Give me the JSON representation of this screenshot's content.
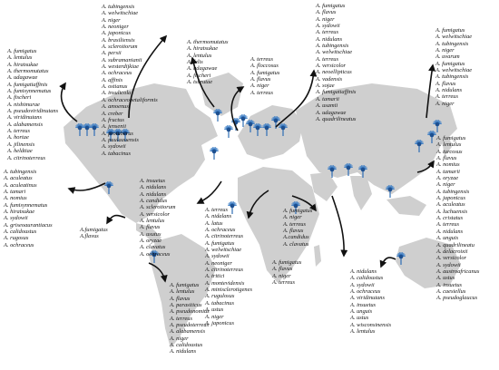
{
  "lists": [
    {
      "id": "canada-west",
      "items": [
        "A. fumigatus",
        "A. lentulus",
        "A. hiratsukae",
        "A. thermomutatus",
        "A. udagawae",
        "A. fumigatiaffinis",
        "A. fumisynnematus",
        "A. fischeri",
        "A. nishimurae",
        "A. pseudoviridinutans",
        "A. viridinutans",
        "A. alabamensis",
        "A. terreus",
        "A. hortae",
        "A. jilinensis",
        "A. heldtiae",
        "A. citrinoterreus"
      ]
    },
    {
      "id": "usa",
      "items": [
        "A. tubingensis",
        "A. welwitschiae",
        "A. niger",
        "A. neoniger",
        "A. japonicus",
        "A. brasiliensis",
        "A. sclerotiorum",
        "A. persii",
        "A. subramanianii",
        "A. westerdijkiae",
        "A. ochraceus",
        "A. affinis",
        "A. ostianus",
        "A. insulicola",
        "A. ochraceopetaliformis",
        "A. amoenus",
        "A. creber",
        "A. fructus",
        "A. jensenii",
        "A. protuberus",
        "A. puulaauensis",
        "A. sydowii",
        "A. tabacinus"
      ]
    },
    {
      "id": "n-atlantic",
      "items": [
        "A. thermomutatus",
        "A. hiratsukae",
        "A. lentulus",
        "A. felis",
        "A. udagawae",
        "A. fischeri",
        "A. tsurutae"
      ]
    },
    {
      "id": "europe",
      "items": [
        "A. terreus",
        "A. floccosus",
        "A. fumigatus",
        "A. flavus",
        "A. niger",
        "A. terreus"
      ]
    },
    {
      "id": "russia",
      "items": [
        "A. fumigatus",
        "A. flavus",
        "A. niger",
        "A. sydowii",
        "A. terreus",
        "A. nidulans",
        "A. tubingensis",
        "A. welwitschiae",
        "A. terreus",
        "A. versicolor",
        "A. neoellipticus",
        "A. vadensis",
        "A. sojae",
        "A. fumigatiaffinis",
        "A. tamarii",
        "A. usamii",
        "A. udagawae",
        "A. quadrilineatus"
      ]
    },
    {
      "id": "ne-asia",
      "items": [
        "A. fumigatus",
        "A. welwitschiae",
        "A. tubingensis",
        "A. niger",
        "A. uvarum",
        "A. fumigatus",
        "A. welwitschiae",
        "A. tubingensis",
        "A. flavus",
        "A. nidulans",
        "A. terreus",
        "A. niger"
      ]
    },
    {
      "id": "east-asia",
      "items": [
        "A. fumigatus",
        "A. lentulus",
        "A. turcosus",
        "A. flavus",
        "A. nomius",
        "A. tamarii",
        "A. oryzae",
        "A. niger",
        "A. tubingensis",
        "A. japonicus",
        "A. aculeatus",
        "A. luchuensis",
        "A. cristatus",
        "A. terreus",
        "A. nidulans",
        "A. unguis",
        "A. quadrilineatu",
        "A. delacroixii",
        "A. versicolor",
        "A. sydowii",
        "A. austroafricanus",
        "A. ustus",
        "A. insuetus",
        "A. caesiellus",
        "A. pseudoglaucus"
      ]
    },
    {
      "id": "mexico",
      "items": [
        "A. tubingensis",
        "A. aculeatus",
        "A. aculeatinus",
        "A. tamari",
        "A. nomius",
        "A. fumisynnematus",
        "A. hiratsukae",
        "A. sydowii",
        "A. griseoaurantiacus",
        "A. calidoustus",
        "A. rugosus",
        "A. ochraceus"
      ]
    },
    {
      "id": "caribbean",
      "items": [
        "A.fumigatus",
        "A.flavus"
      ]
    },
    {
      "id": "w-africa",
      "items": [
        "A. insuetus",
        "A. nidulans",
        "A. nidulans",
        "A. candidus",
        "A. sclerotiorum",
        "A. versicolor",
        "A. lentulus",
        "A. flavus",
        "A. usutus",
        "A. oryzae",
        "A. clavatus",
        "A. ochraceus"
      ]
    },
    {
      "id": "middle-east",
      "items": [
        "A. terreus",
        "A. nidalans",
        "A. latus",
        "A. ochraceus",
        "A. citrinoterreus",
        "A. fumigatus",
        "A. welwitschiae",
        "A. sydowii",
        "A. neoniger",
        "A. citrinoterreus",
        "A. tritici",
        "A. montevidensis",
        "A. minisclerotigenes",
        "A. rugulosus",
        "A. tabacinus",
        "A. ustus",
        "A. niger",
        "A. japonicus"
      ]
    },
    {
      "id": "iran",
      "items": [
        "A. fumigatus",
        "A. niger",
        "A. terreus",
        "A. flavus",
        "A.candidus",
        "A. clavatus"
      ]
    },
    {
      "id": "india",
      "items": [
        "A. fumigatus",
        "A. flavus",
        "A. niger",
        "A. terreus"
      ]
    },
    {
      "id": "brazil",
      "items": [
        "A. fumigatus",
        "A. lentulus",
        "A. flavus",
        "A. parasiticus",
        "A. pseudonomius",
        "A. terreus",
        "A. pseudoterreus",
        "A. alabamensis",
        "A. niger",
        "A. calidoustus",
        "A. nidulans"
      ]
    },
    {
      "id": "australia",
      "items": [
        "A. nidulans",
        "A. calidoustus",
        "A. sydowii",
        "A. ochraceus",
        "A. viridinutans",
        "A. insuetus",
        "A. unguis",
        "A. ustus",
        "A. wisconsinensis",
        "A. lentulus"
      ]
    }
  ]
}
